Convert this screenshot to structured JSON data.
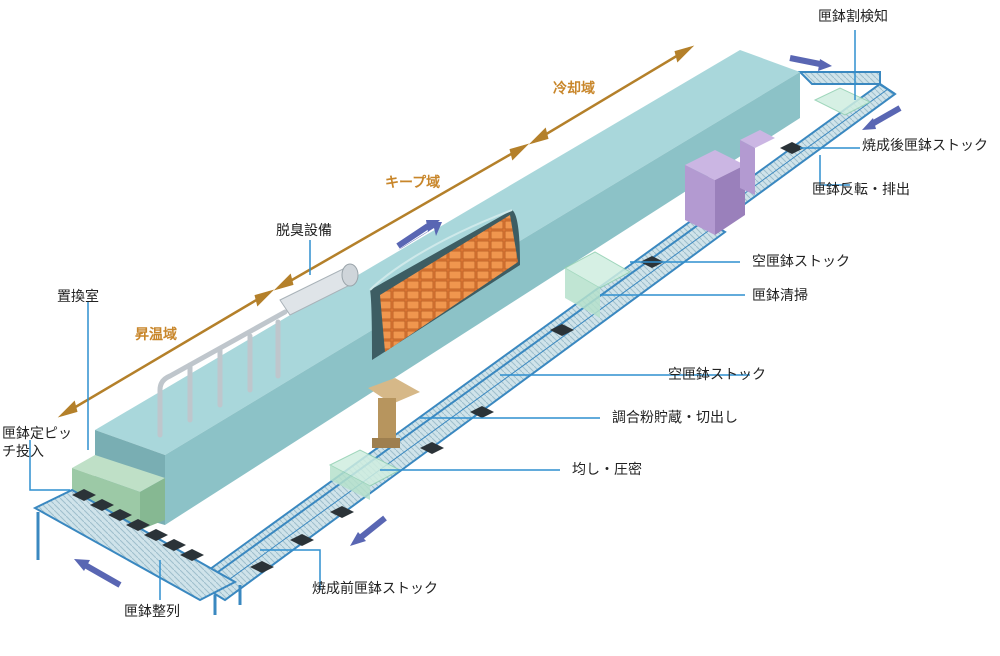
{
  "colors": {
    "kiln_top": "#a9d7db",
    "kiln_side": "#8cc2c7",
    "kiln_front": "#79aeb3",
    "conveyor": "#3a88c0",
    "callout": "#2f8fcf",
    "zone_arrow": "#b4802a",
    "flow_arrow": "#5966b3",
    "saggar_heap": "#e07a35",
    "machine_purple": "#b39ad1"
  },
  "labels": {
    "substitution_room": "置換室",
    "saggar_fixed_pitch": "匣鉢定ピッチ投入",
    "deodorizer": "脱臭設備",
    "saggar_crack_inspection": "匣鉢割検知",
    "post_firing_stock": "焼成後匣鉢ストック",
    "saggar_flip_discharge": "匣鉢反転・排出",
    "empty_stock_1": "空匣鉢ストック",
    "saggar_cleaning": "匣鉢清掃",
    "empty_stock_2": "空匣鉢ストック",
    "powder_storage": "調合粉貯蔵・切出し",
    "leveling_pressing": "均し・圧密",
    "pre_firing_stock": "焼成前匣鉢ストック",
    "saggar_alignment": "匣鉢整列"
  },
  "zones": {
    "heating": "昇温域",
    "keep": "キープ域",
    "cooling": "冷却域"
  },
  "icons": [
    "flow-arrow-icon",
    "zone-dimension-arrow-icon"
  ]
}
